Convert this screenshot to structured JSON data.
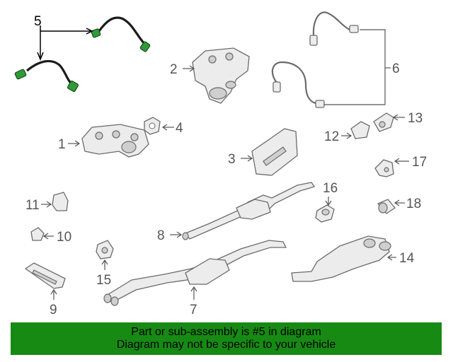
{
  "callouts": {
    "c1": "1",
    "c2": "2",
    "c3": "3",
    "c4": "4",
    "c5": "5",
    "c6": "6",
    "c7": "7",
    "c8": "8",
    "c9": "9",
    "c10": "10",
    "c11": "11",
    "c12": "12",
    "c13": "13",
    "c14": "14",
    "c15": "15",
    "c16": "16",
    "c17": "17",
    "c18": "18"
  },
  "highlight": {
    "part": "5",
    "color": "#178a14"
  },
  "banner": {
    "line1": "Part or sub-assembly is #5 in diagram",
    "line2": "Diagram may not be specific to your vehicle",
    "background": "#178a14"
  }
}
